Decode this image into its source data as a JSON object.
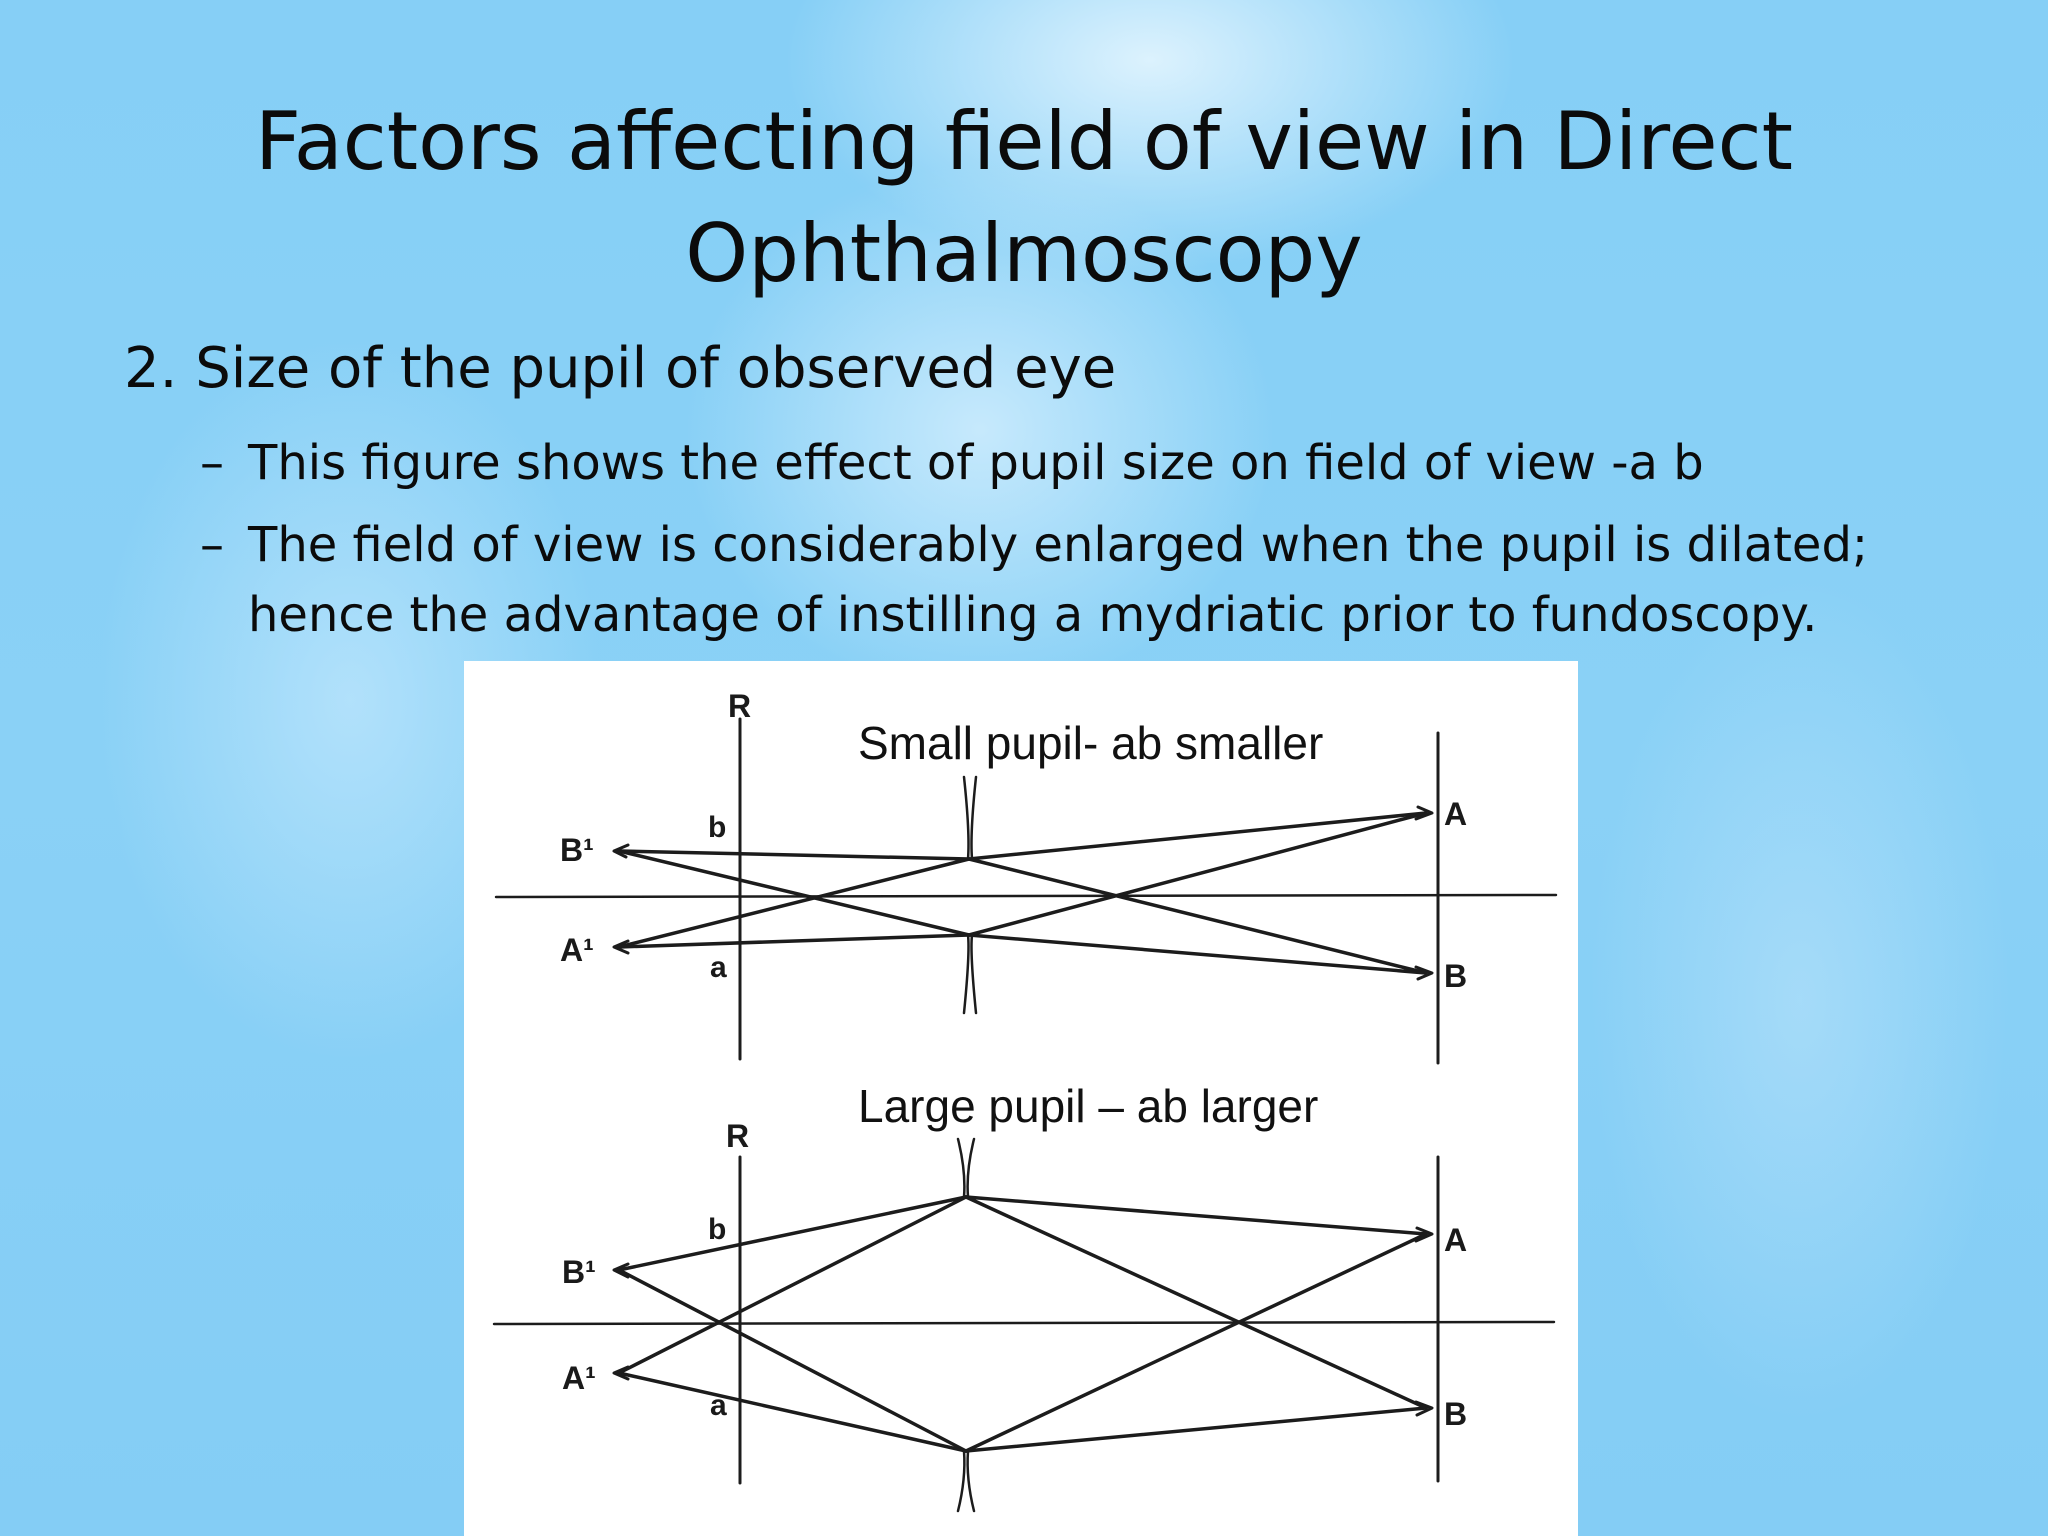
{
  "slide": {
    "title": "Factors affecting field of view in Direct Ophthalmoscopy",
    "point": "2. Size of the pupil of observed eye",
    "subpoints": [
      "This figure shows the effect of pupil size on field of view -a b",
      "The field of view is considerably enlarged when the pupil is dilated; hence the advantage of instilling a mydriatic prior to fundoscopy."
    ],
    "dash": "–"
  },
  "figure": {
    "small_caption": "Small pupil- ab smaller",
    "large_caption": "Large pupil – ab larger",
    "labels": {
      "R": "R",
      "b": "b",
      "a": "a",
      "A": "A",
      "B": "B",
      "B1": "B¹",
      "A1": "A¹"
    }
  }
}
